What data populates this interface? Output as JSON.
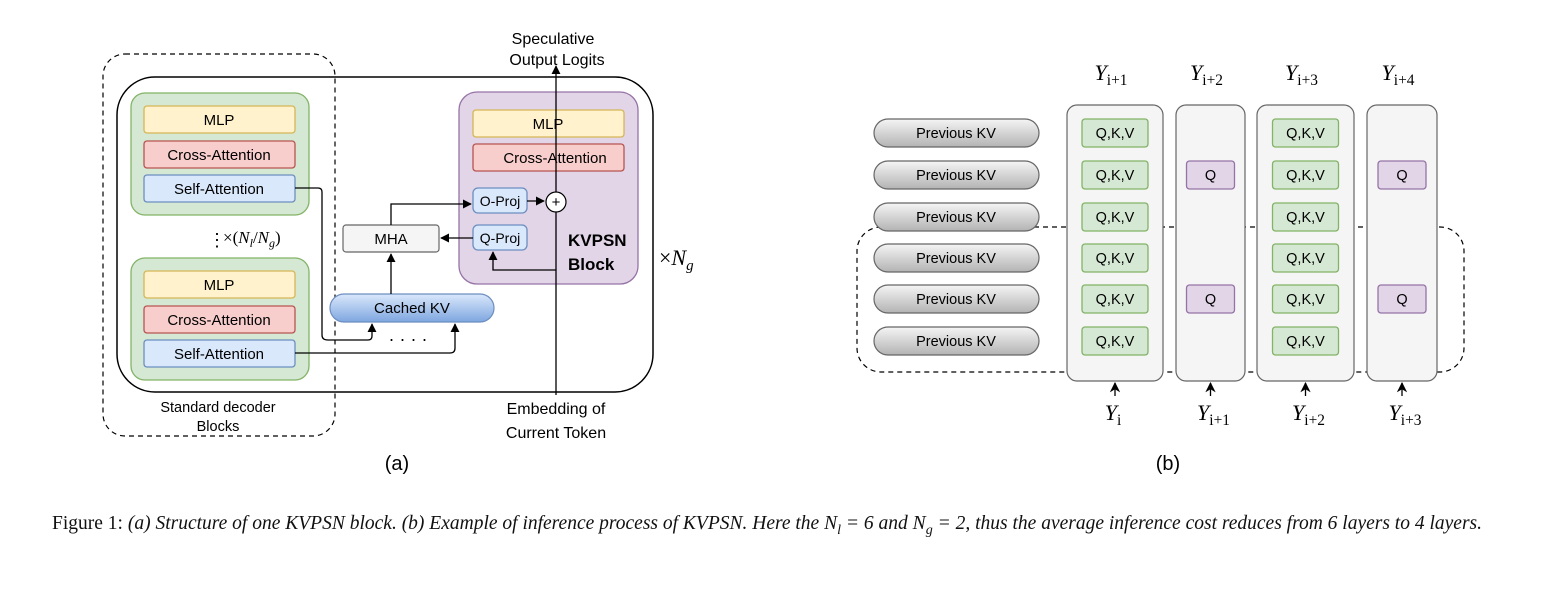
{
  "panel_a": {
    "label": "(a)",
    "top_output": [
      "Speculative",
      "Output Logits"
    ],
    "bottom_input": [
      "Embedding of",
      "Current Token"
    ],
    "std_group_label": [
      "Standard decoder",
      "Blocks"
    ],
    "upper_block": [
      "MLP",
      "Cross-Attention",
      "Self-Attention"
    ],
    "lower_block": [
      "MLP",
      "Cross-Attention",
      "Self-Attention"
    ],
    "repeat_label": "×(N_l/N_g)",
    "mha_label": "MHA",
    "cached_kv_label": "Cached KV",
    "dots": "· · · ·",
    "kvpsn": {
      "mlp": "MLP",
      "cross_attention": "Cross-Attention",
      "o_proj": "O-Proj",
      "q_proj": "Q-Proj",
      "plus": "+",
      "title": [
        "KVPSN",
        "Block"
      ]
    },
    "outer_repeat": "×N_g"
  },
  "panel_b": {
    "label": "(b)",
    "previous_kv_label": "Previous KV",
    "row_count": 6,
    "top_labels": [
      "Y_{i+1}",
      "Y_{i+2}",
      "Y_{i+3}",
      "Y_{i+4}"
    ],
    "bottom_labels": [
      "Y_i",
      "Y_{i+1}",
      "Y_{i+2}",
      "Y_{i+3}"
    ],
    "columns": [
      [
        "Q,K,V",
        "Q,K,V",
        "Q,K,V",
        "Q,K,V",
        "Q,K,V",
        "Q,K,V"
      ],
      [
        "",
        "Q",
        "",
        "",
        "Q",
        ""
      ],
      [
        "Q,K,V",
        "Q,K,V",
        "Q,K,V",
        "Q,K,V",
        "Q,K,V",
        "Q,K,V"
      ],
      [
        "",
        "Q",
        "",
        "",
        "Q",
        ""
      ]
    ]
  },
  "caption": {
    "lead": "Figure 1:",
    "italic_1": "(a) Structure of one KVPSN block. (b) Example of inference process of KVPSN. Here the",
    "eq1": "N_l = 6",
    "and": "and",
    "eq2": "N_g = 2,",
    "italic_2": "thus the average inference cost reduces from 6 layers to 4 layers."
  },
  "colors": {
    "mlp_fill": "#fff2cc",
    "mlp_stroke": "#d6b656",
    "cross_fill": "#f8cecc",
    "cross_stroke": "#b85450",
    "self_fill": "#dae8fc",
    "self_stroke": "#6c8ebf",
    "block_fill": "#d5e8d4",
    "block_stroke": "#82b366",
    "kvpsn_fill": "#e1d5e7",
    "kvpsn_stroke": "#9673a6",
    "col_fill": "#f5f5f5",
    "col_stroke": "#666666"
  }
}
